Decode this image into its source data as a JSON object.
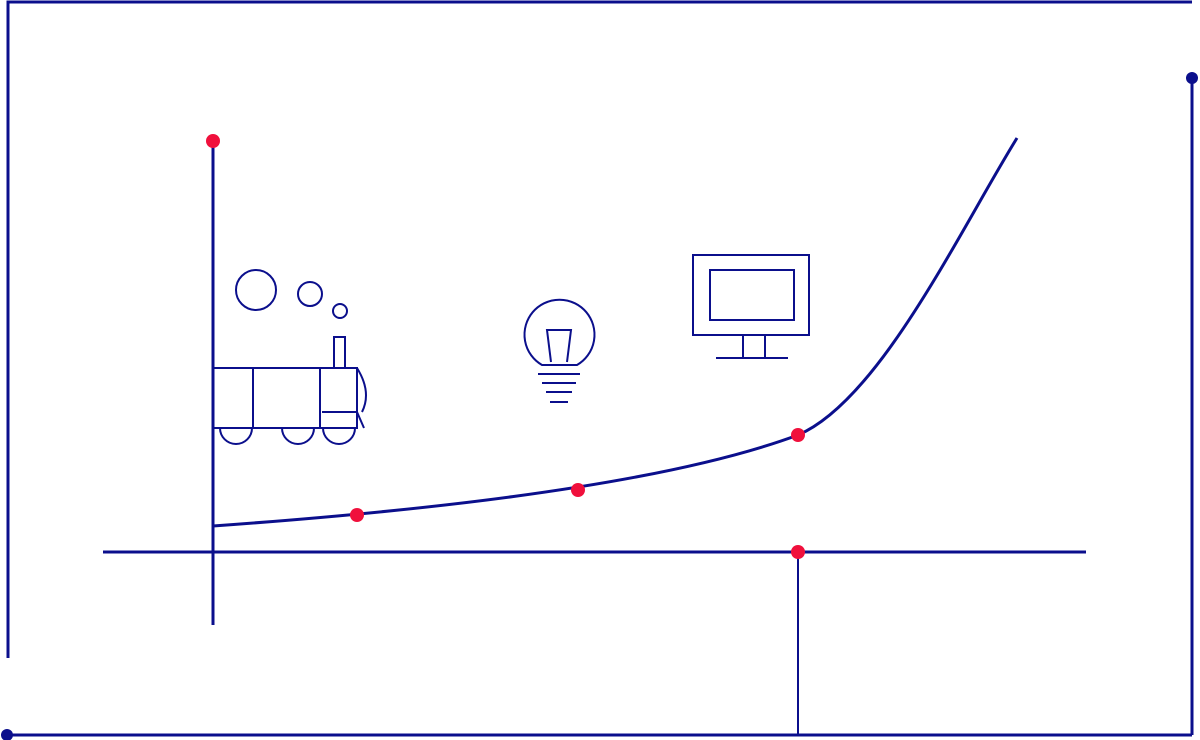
{
  "colors": {
    "line": "#0b0f8c",
    "accent": "#f0103c",
    "background": "#ffffff"
  },
  "diagram": {
    "type": "technology-growth-curve",
    "icons": [
      "steam-locomotive-icon",
      "light-bulb-icon",
      "computer-monitor-icon"
    ],
    "curve_markers": 4,
    "axis_markers": 2,
    "frame_markers": 2
  }
}
